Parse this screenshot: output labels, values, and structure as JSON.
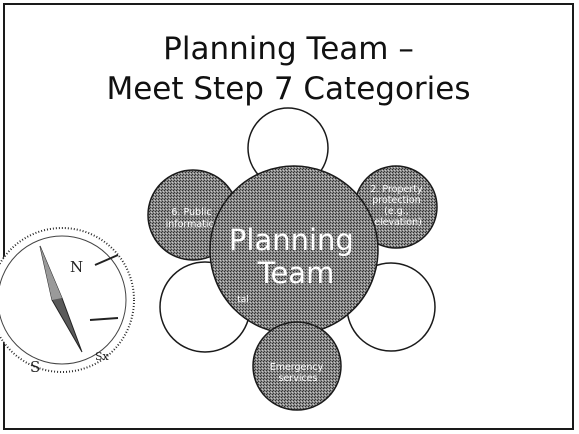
{
  "slide": {
    "title_line1": "Planning Team –",
    "title_line2": "Meet Step 7 Categories"
  },
  "diagram": {
    "center": {
      "line1": "Planning",
      "line2": "Team"
    },
    "nodes": {
      "top": {
        "lines": []
      },
      "top_right": {
        "lines": [
          "2. Property",
          "protection",
          "(e.g.,",
          "elevation)"
        ]
      },
      "bottom_right": {
        "lines": []
      },
      "bottom": {
        "lines": [
          "Emergency",
          "services"
        ]
      },
      "bottom_left": {
        "lines": [
          "tal"
        ]
      },
      "top_left": {
        "lines": [
          "6. Public",
          "information"
        ]
      }
    }
  },
  "colors": {
    "filled_node": "#7a7a7a",
    "center": "#7d7d7d",
    "outline": "#1a1a1a",
    "text_on_fill": "#ffffff"
  }
}
